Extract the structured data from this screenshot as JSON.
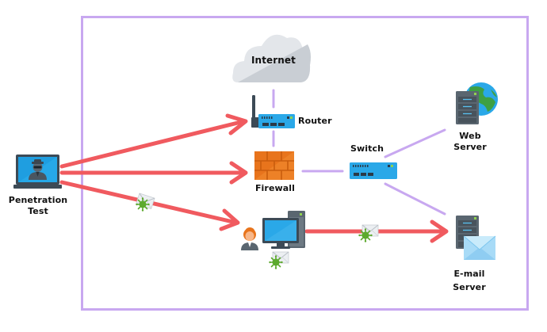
{
  "diagram": {
    "title": "Penetration Test Network Diagram",
    "colors": {
      "frame": "#c8a8f0",
      "link": "#c8a8f0",
      "attack_arrow": "#f05a5f",
      "virus": "#5daa2e",
      "cloud_light": "#e3e6ea",
      "cloud_dark": "#c9ced4",
      "device_blue": "#2aa8e8",
      "firewall_orange": "#e8741c",
      "server_gray": "#5a6670"
    },
    "nodes": {
      "attacker": {
        "label_line1": "Penetration",
        "label_line2": "Test",
        "icon": "hacker-laptop-icon"
      },
      "internet": {
        "label": "Internet",
        "icon": "cloud-icon"
      },
      "router": {
        "label": "Router",
        "icon": "router-icon"
      },
      "firewall": {
        "label": "Firewall",
        "icon": "firewall-icon"
      },
      "switch": {
        "label": "Switch",
        "icon": "switch-icon"
      },
      "web_server": {
        "label_line1": "Web",
        "label_line2": "Server",
        "icon": "web-server-icon"
      },
      "workstation": {
        "label": "",
        "icon": "user-workstation-icon"
      },
      "email_server": {
        "label_line1": "E-mail",
        "label_line2": "Server",
        "icon": "email-server-icon"
      }
    },
    "edges": [
      {
        "from": "internet",
        "to": "router",
        "type": "link"
      },
      {
        "from": "router",
        "to": "firewall",
        "type": "link"
      },
      {
        "from": "firewall",
        "to": "switch",
        "type": "link"
      },
      {
        "from": "switch",
        "to": "web_server",
        "type": "link"
      },
      {
        "from": "switch",
        "to": "email_server",
        "type": "link"
      },
      {
        "from": "attacker",
        "to": "router",
        "type": "attack"
      },
      {
        "from": "attacker",
        "to": "firewall",
        "type": "attack"
      },
      {
        "from": "attacker",
        "to": "workstation",
        "type": "attack",
        "payload": "infected-email"
      },
      {
        "from": "workstation",
        "to": "email_server",
        "type": "attack",
        "payload": "infected-email"
      }
    ]
  }
}
